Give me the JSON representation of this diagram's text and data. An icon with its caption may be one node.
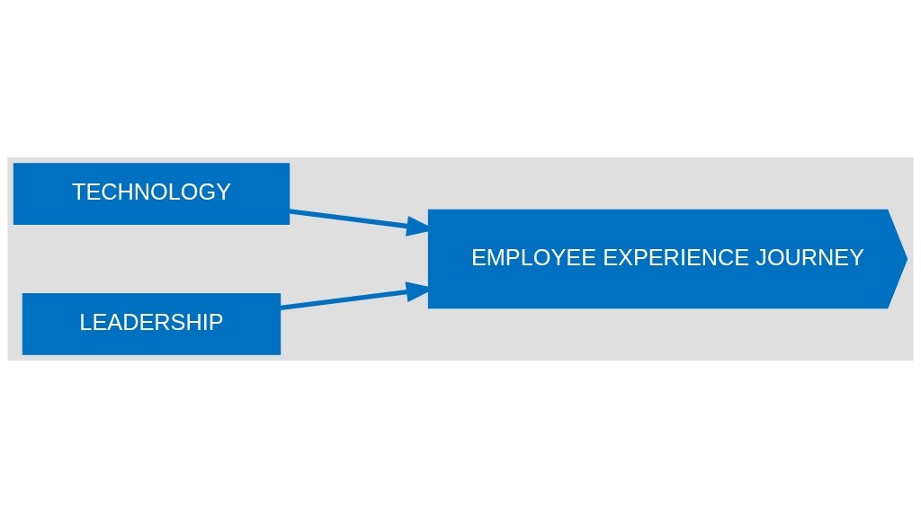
{
  "diagram": {
    "nodes": [
      {
        "text": [
          "TECHNOLOGY"
        ]
      },
      {
        "text": [
          "EMPLOYEE EXPERIENCE JOURNEY"
        ]
      },
      {
        "text": [
          "LEADERSHIP"
        ]
      }
    ],
    "edges": [
      {
        "from": 0,
        "to": 1,
        "arrow": "to"
      },
      {
        "from": 2,
        "to": 1,
        "arrow": "to"
      }
    ]
  }
}
